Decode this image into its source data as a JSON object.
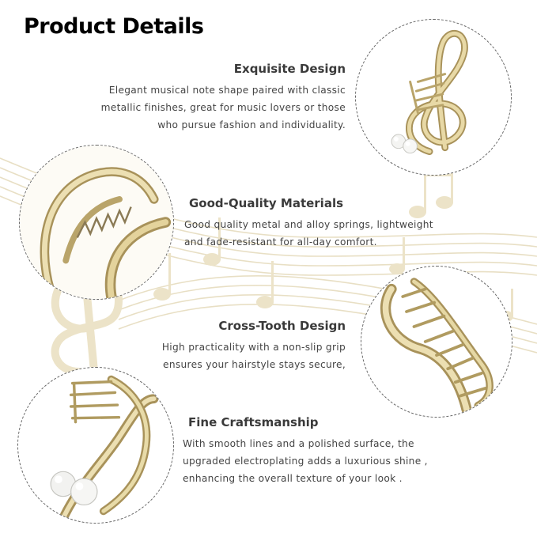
{
  "title": "Product Details",
  "features": [
    {
      "heading": "Exquisite Design",
      "lines": [
        "Elegant musical note shape paired with classic",
        "metallic finishes, great for music lovers or those",
        "who pursue fashion and individuality."
      ]
    },
    {
      "heading": "Good-Quality Materials",
      "lines": [
        "Good quality metal and alloy springs, lightweight",
        "and fade-resistant for all-day comfort."
      ]
    },
    {
      "heading": "Cross-Tooth Design",
      "lines": [
        "High practicality with a non-slip grip",
        "ensures your hairstyle stays secure,"
      ]
    },
    {
      "heading": "Fine Craftsmanship",
      "lines": [
        "With smooth lines and a polished surface, the",
        "upgraded electroplating adds a luxurious shine ,",
        "enhancing the overall texture of your look ."
      ]
    }
  ],
  "images": [
    {
      "name": "treble-clef-clip-photo"
    },
    {
      "name": "spring-detail-photo"
    },
    {
      "name": "cross-tooth-photo"
    },
    {
      "name": "pearl-detail-photo"
    }
  ],
  "colors": {
    "gold": "#d9c78a",
    "gold_dark": "#a8925a",
    "gold_light": "#f3ead0",
    "background_music": "#efe6cd"
  }
}
